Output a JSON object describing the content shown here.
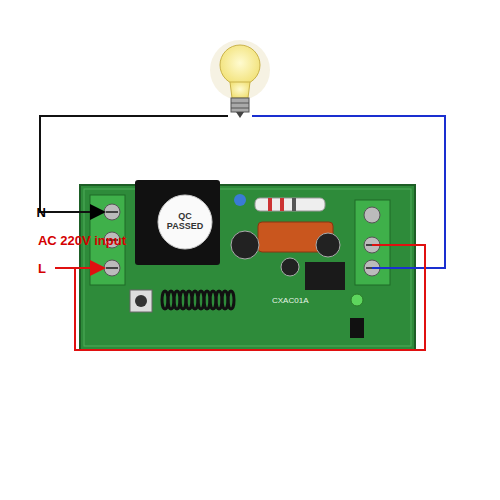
{
  "diagram": {
    "labels": [
      "N",
      "AC 220V input",
      "L",
      "QC PASSED",
      "CXAC01A"
    ]
  }
}
